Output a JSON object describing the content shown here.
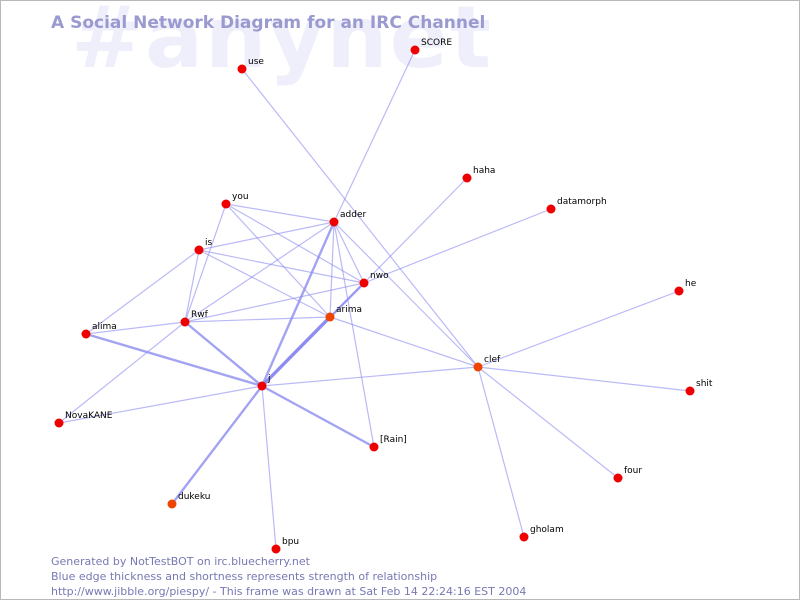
{
  "watermark": "#anynet",
  "title": "A Social Network Diagram for an IRC Channel",
  "footer": {
    "line1": "Generated by NotTestBOT on irc.bluecherry.net",
    "line2": "Blue edge thickness and shortness represents strength of relationship",
    "line3": "http://www.jibble.org/piespy/ - This frame was drawn at Sat Feb 14 22:24:16 EST 2004"
  },
  "colors": {
    "node": "#ee0000",
    "node_alt": "#ee4400",
    "edge": "#8c8cf0",
    "title": "#9a9ad0",
    "footer": "#7878b4",
    "watermark": "#efeffb"
  },
  "nodes": [
    {
      "id": "use",
      "label": "use"
    },
    {
      "id": "SCORE",
      "label": "SCORE"
    },
    {
      "id": "haha",
      "label": "haha"
    },
    {
      "id": "datamorph",
      "label": "datamorph"
    },
    {
      "id": "you",
      "label": "you"
    },
    {
      "id": "adder",
      "label": "adder"
    },
    {
      "id": "is",
      "label": "is"
    },
    {
      "id": "nwo",
      "label": "nwo"
    },
    {
      "id": "he",
      "label": "he"
    },
    {
      "id": "arima",
      "label": "arima"
    },
    {
      "id": "Rwf",
      "label": "Rwf"
    },
    {
      "id": "alima",
      "label": "alima"
    },
    {
      "id": "clef",
      "label": "clef"
    },
    {
      "id": "j",
      "label": "j"
    },
    {
      "id": "shit",
      "label": "shit"
    },
    {
      "id": "NovaKANE",
      "label": "NovaKANE"
    },
    {
      "id": "Rain",
      "label": "[Rain]"
    },
    {
      "id": "four",
      "label": "four"
    },
    {
      "id": "dukeku",
      "label": "dukeku"
    },
    {
      "id": "gholam",
      "label": "gholam"
    },
    {
      "id": "bpu",
      "label": "bpu"
    }
  ],
  "edges": [
    {
      "source": "use",
      "target": "clef",
      "strength": 1
    },
    {
      "source": "SCORE",
      "target": "adder",
      "strength": 1
    },
    {
      "source": "haha",
      "target": "nwo",
      "strength": 1
    },
    {
      "source": "datamorph",
      "target": "nwo",
      "strength": 1
    },
    {
      "source": "you",
      "target": "adder",
      "strength": 1
    },
    {
      "source": "you",
      "target": "nwo",
      "strength": 1
    },
    {
      "source": "you",
      "target": "arima",
      "strength": 1
    },
    {
      "source": "you",
      "target": "Rwf",
      "strength": 1
    },
    {
      "source": "is",
      "target": "adder",
      "strength": 1
    },
    {
      "source": "is",
      "target": "nwo",
      "strength": 1
    },
    {
      "source": "is",
      "target": "arima",
      "strength": 1
    },
    {
      "source": "is",
      "target": "Rwf",
      "strength": 1
    },
    {
      "source": "is",
      "target": "alima",
      "strength": 1
    },
    {
      "source": "adder",
      "target": "nwo",
      "strength": 1
    },
    {
      "source": "adder",
      "target": "arima",
      "strength": 1
    },
    {
      "source": "adder",
      "target": "j",
      "strength": 2
    },
    {
      "source": "adder",
      "target": "Rain",
      "strength": 1
    },
    {
      "source": "adder",
      "target": "Rwf",
      "strength": 1
    },
    {
      "source": "adder",
      "target": "clef",
      "strength": 1
    },
    {
      "source": "nwo",
      "target": "arima",
      "strength": 1
    },
    {
      "source": "nwo",
      "target": "j",
      "strength": 2
    },
    {
      "source": "nwo",
      "target": "Rwf",
      "strength": 1
    },
    {
      "source": "arima",
      "target": "j",
      "strength": 3
    },
    {
      "source": "arima",
      "target": "Rwf",
      "strength": 1
    },
    {
      "source": "arima",
      "target": "clef",
      "strength": 1
    },
    {
      "source": "Rwf",
      "target": "alima",
      "strength": 1
    },
    {
      "source": "Rwf",
      "target": "j",
      "strength": 2
    },
    {
      "source": "Rwf",
      "target": "NovaKANE",
      "strength": 1
    },
    {
      "source": "alima",
      "target": "j",
      "strength": 2
    },
    {
      "source": "j",
      "target": "Rain",
      "strength": 2
    },
    {
      "source": "j",
      "target": "dukeku",
      "strength": 2
    },
    {
      "source": "j",
      "target": "bpu",
      "strength": 1
    },
    {
      "source": "j",
      "target": "clef",
      "strength": 1
    },
    {
      "source": "j",
      "target": "NovaKANE",
      "strength": 1
    },
    {
      "source": "clef",
      "target": "he",
      "strength": 1
    },
    {
      "source": "clef",
      "target": "shit",
      "strength": 1
    },
    {
      "source": "clef",
      "target": "four",
      "strength": 1
    },
    {
      "source": "clef",
      "target": "gholam",
      "strength": 1
    }
  ]
}
